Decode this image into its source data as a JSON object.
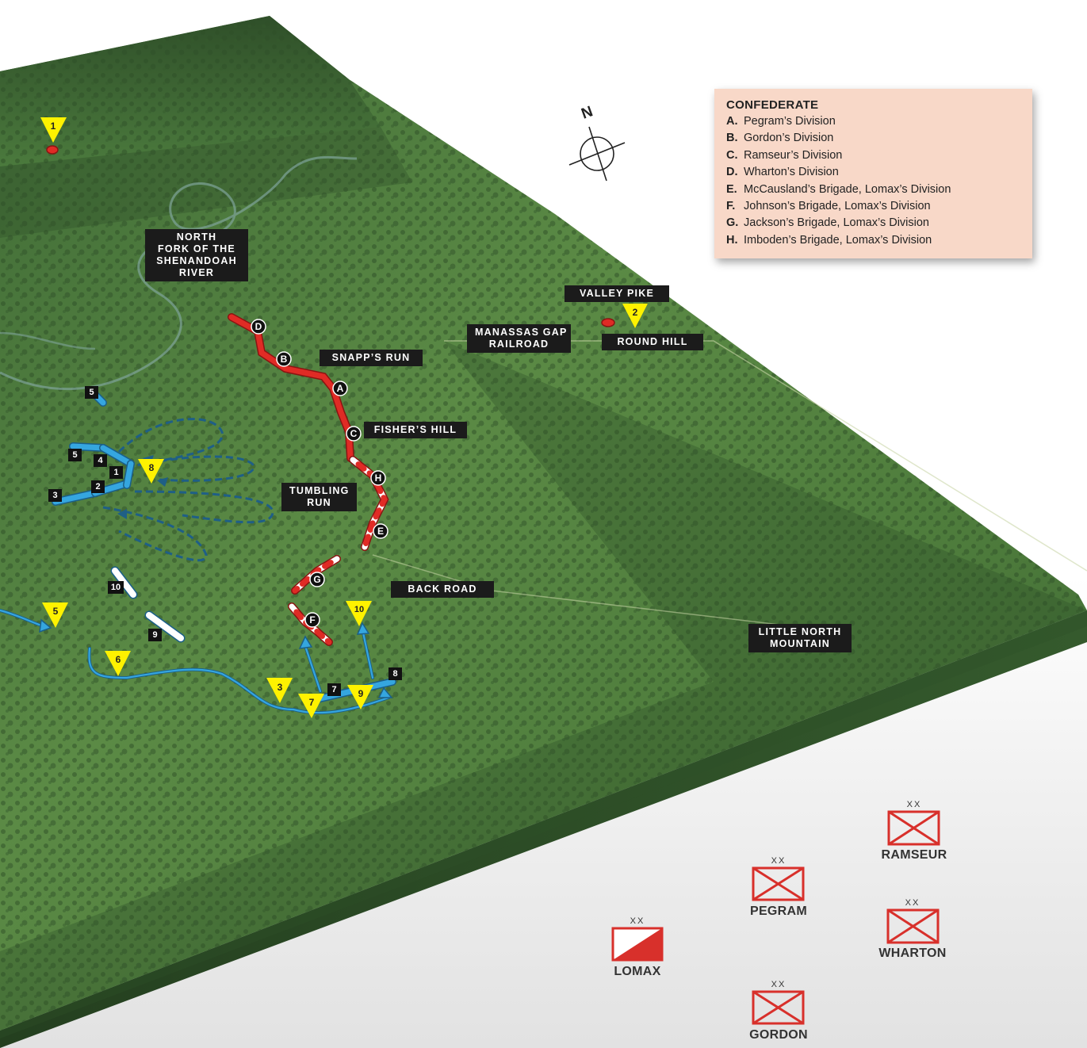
{
  "legend": {
    "title": "CONFEDERATE",
    "items": [
      {
        "k": "A.",
        "v": "Pegram’s Division"
      },
      {
        "k": "B.",
        "v": "Gordon’s Division"
      },
      {
        "k": "C.",
        "v": "Ramseur’s Division"
      },
      {
        "k": "D.",
        "v": "Wharton’s Division"
      },
      {
        "k": "E.",
        "v": "McCausland’s Brigade, Lomax’s Division"
      },
      {
        "k": "F.",
        "v": "Johnson’s Brigade, Lomax’s Division"
      },
      {
        "k": "G.",
        "v": "Jackson’s Brigade, Lomax’s Division"
      },
      {
        "k": "H.",
        "v": "Imboden’s Brigade, Lomax’s Division"
      }
    ]
  },
  "compass": {
    "label": "N"
  },
  "places": {
    "north_fork": [
      "NORTH",
      "FORK OF THE",
      "SHENANDOAH",
      "RIVER"
    ],
    "valley_pike": "VALLEY PIKE",
    "round_hill": "ROUND HILL",
    "manassas_gap": [
      "MANASSAS GAP",
      "RAILROAD"
    ],
    "snapps_run": "SNAPP’S RUN",
    "fishers_hill": "FISHER’S HILL",
    "tumbling_run": [
      "TUMBLING",
      "RUN"
    ],
    "back_road": "BACK ROAD",
    "little_north_mountain": [
      "LITTLE NORTH",
      "MOUNTAIN"
    ]
  },
  "confederate_markers": [
    "D",
    "B",
    "A",
    "C",
    "H",
    "E",
    "G",
    "F"
  ],
  "union_unit_numbers": [
    "5",
    "5",
    "4",
    "1",
    "3",
    "2",
    "10",
    "9",
    "7",
    "8"
  ],
  "event_markers": [
    "1",
    "2",
    "8",
    "5",
    "6",
    "3",
    "7",
    "9",
    "10"
  ],
  "unit_symbols": {
    "echelon": "XX",
    "ramseur": "RAMSEUR",
    "pegram": "PEGRAM",
    "wharton": "WHARTON",
    "lomax": "LOMAX",
    "gordon": "GORDON"
  },
  "colors": {
    "confederate": "#d8302b",
    "union": "#2f9fd8",
    "event": "#fff200",
    "terrain": "#3d6b34"
  }
}
